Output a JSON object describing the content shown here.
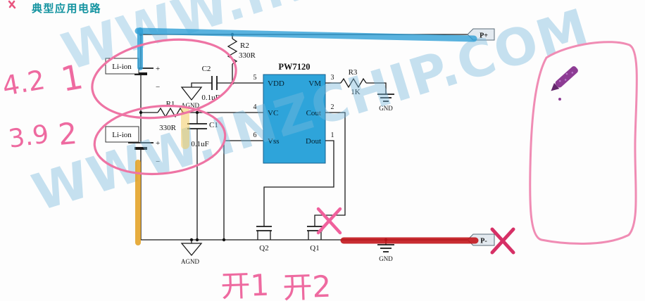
{
  "title": "典型应用电路",
  "watermark": {
    "text": "WWW.INZCHIP.COM"
  },
  "circuit": {
    "ic": {
      "name": "PW7120",
      "pins": {
        "vdd": {
          "num": "5",
          "label": "VDD"
        },
        "vc": {
          "num": "4",
          "label": "VC"
        },
        "vss": {
          "num": "6",
          "label": "Vss"
        },
        "vm": {
          "num": "3",
          "label": "VM"
        },
        "cout": {
          "num": "2",
          "label": "Cout"
        },
        "dout": {
          "num": "1",
          "label": "Dout"
        }
      }
    },
    "r1": {
      "ref": "R1",
      "value": "330R"
    },
    "r2": {
      "ref": "R2",
      "value": "330R"
    },
    "r3": {
      "ref": "R3",
      "value": "1K"
    },
    "c1": {
      "ref": "C1",
      "value": "0.1uF"
    },
    "c2": {
      "ref": "C2",
      "value": "0.1uF"
    },
    "q1": {
      "ref": "Q1"
    },
    "q2": {
      "ref": "Q2"
    },
    "bat1": {
      "label": "Li-ion",
      "plus": "+",
      "minus": "−"
    },
    "bat2": {
      "label": "Li-ion",
      "plus": "+",
      "minus": "−"
    },
    "pplus": "P+",
    "pminus": "P-",
    "agnd_top": "AGND",
    "agnd_bottom": "AGND",
    "gnd_top": "GND",
    "gnd_bottom": "GND"
  },
  "annotations": {
    "v1": "4.2",
    "idx1": "1",
    "v2": "3.9",
    "idx2": "2",
    "label1": "开1",
    "label2": "开2"
  },
  "colors": {
    "highlight_blue": "#2f9fd6",
    "highlight_yellow": "#e39f1d",
    "highlight_red": "#c2151b",
    "annotation_pink": "#ee74a4",
    "ic_fill": "#2ea4da",
    "watermark_blue": "#79bade",
    "title_teal": "#11929f",
    "pen_purple": "#8d3c94"
  }
}
